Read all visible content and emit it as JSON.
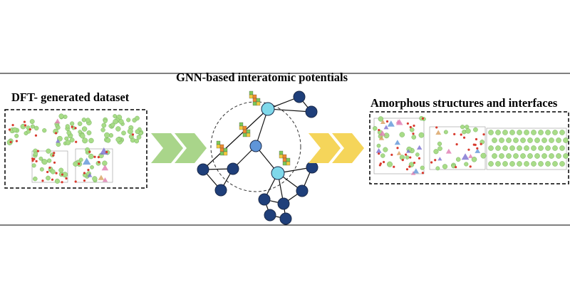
{
  "titles": {
    "left": "DFT- generated dataset",
    "middle": "GNN-based interatomic potentials",
    "right": "Amorphous structures and interfaces"
  },
  "colors": {
    "frame_line": "#000000",
    "dataset_box_border": "#000000",
    "chevron_green": "#a9d58a",
    "chevron_yellow": "#f5d55a",
    "node_light": "#7fd8ea",
    "node_mid": "#5f95d8",
    "node_dark": "#1f3f7a",
    "atom_green": "#a8dc88",
    "atom_red": "#d83a2e",
    "feature_green": "#7cc95a",
    "feature_yellow": "#f2cc3d",
    "feature_orange": "#ee8b2e"
  },
  "icons": {
    "left_arrows": "chevron-double-right-icon",
    "right_arrows": "chevron-double-right-icon",
    "node_features": "feature-vector-icon"
  }
}
